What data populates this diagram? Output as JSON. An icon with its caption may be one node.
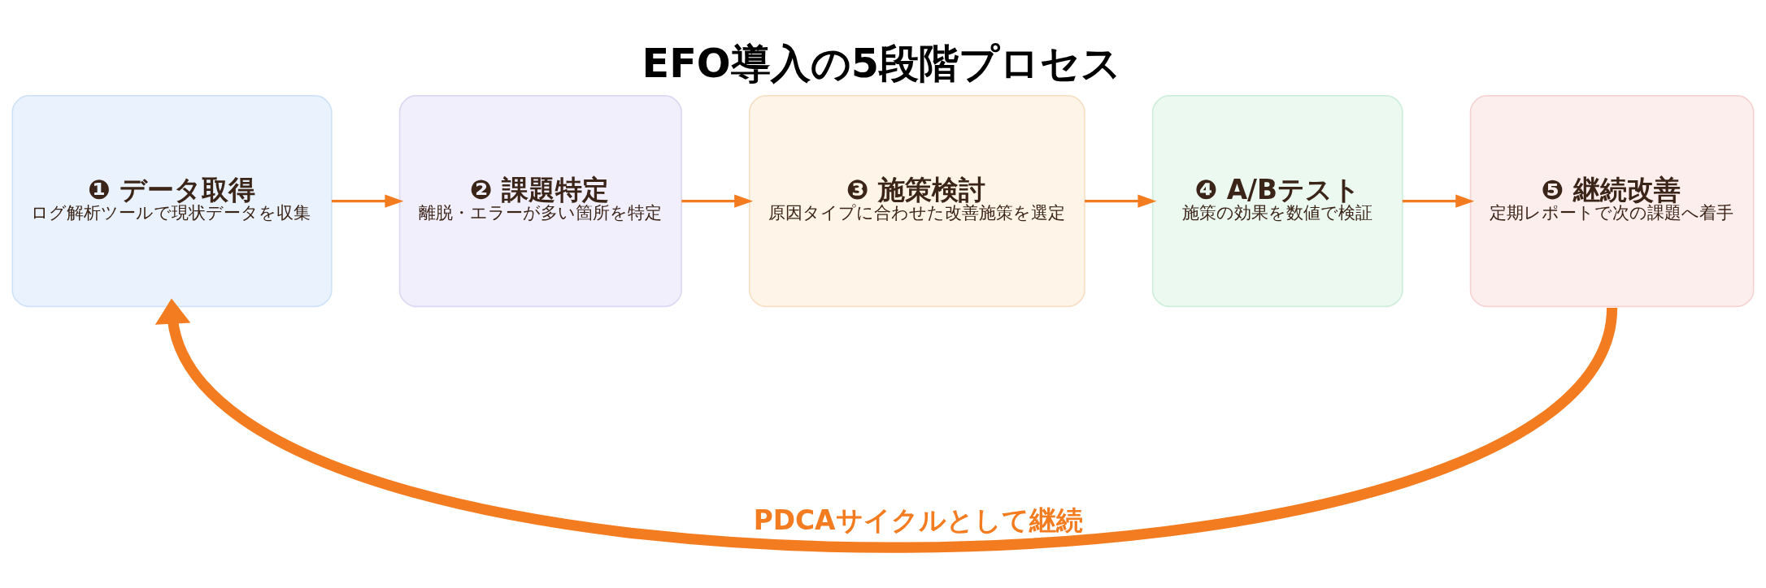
{
  "diagram": {
    "title": "EFO導入の5段階プロセス",
    "nodes": [
      {
        "text": [
          "❶ データ取得",
          "ログ解析ツールで現状データを収集"
        ]
      },
      {
        "text": [
          "❷ 課題特定",
          "離脱・エラーが多い箇所を特定"
        ]
      },
      {
        "text": [
          "❸ 施策検討",
          "原因タイプに合わせた改善施策を選定"
        ]
      },
      {
        "text": [
          "❹ A/Bテスト",
          "施策の効果を数値で検証"
        ]
      },
      {
        "text": [
          "❺ 継続改善",
          "定期レポートで次の課題へ着手"
        ]
      }
    ],
    "edges": [
      {
        "from": 0,
        "to": 1,
        "arrow": "to"
      },
      {
        "from": 1,
        "to": 2,
        "arrow": "to"
      },
      {
        "from": 2,
        "to": 3,
        "arrow": "to"
      },
      {
        "from": 3,
        "to": 4,
        "arrow": "to"
      },
      {
        "from": 4,
        "to": 0,
        "arrow": "to",
        "label": "PDCAサイクルとして継続",
        "style": "thick"
      }
    ]
  }
}
